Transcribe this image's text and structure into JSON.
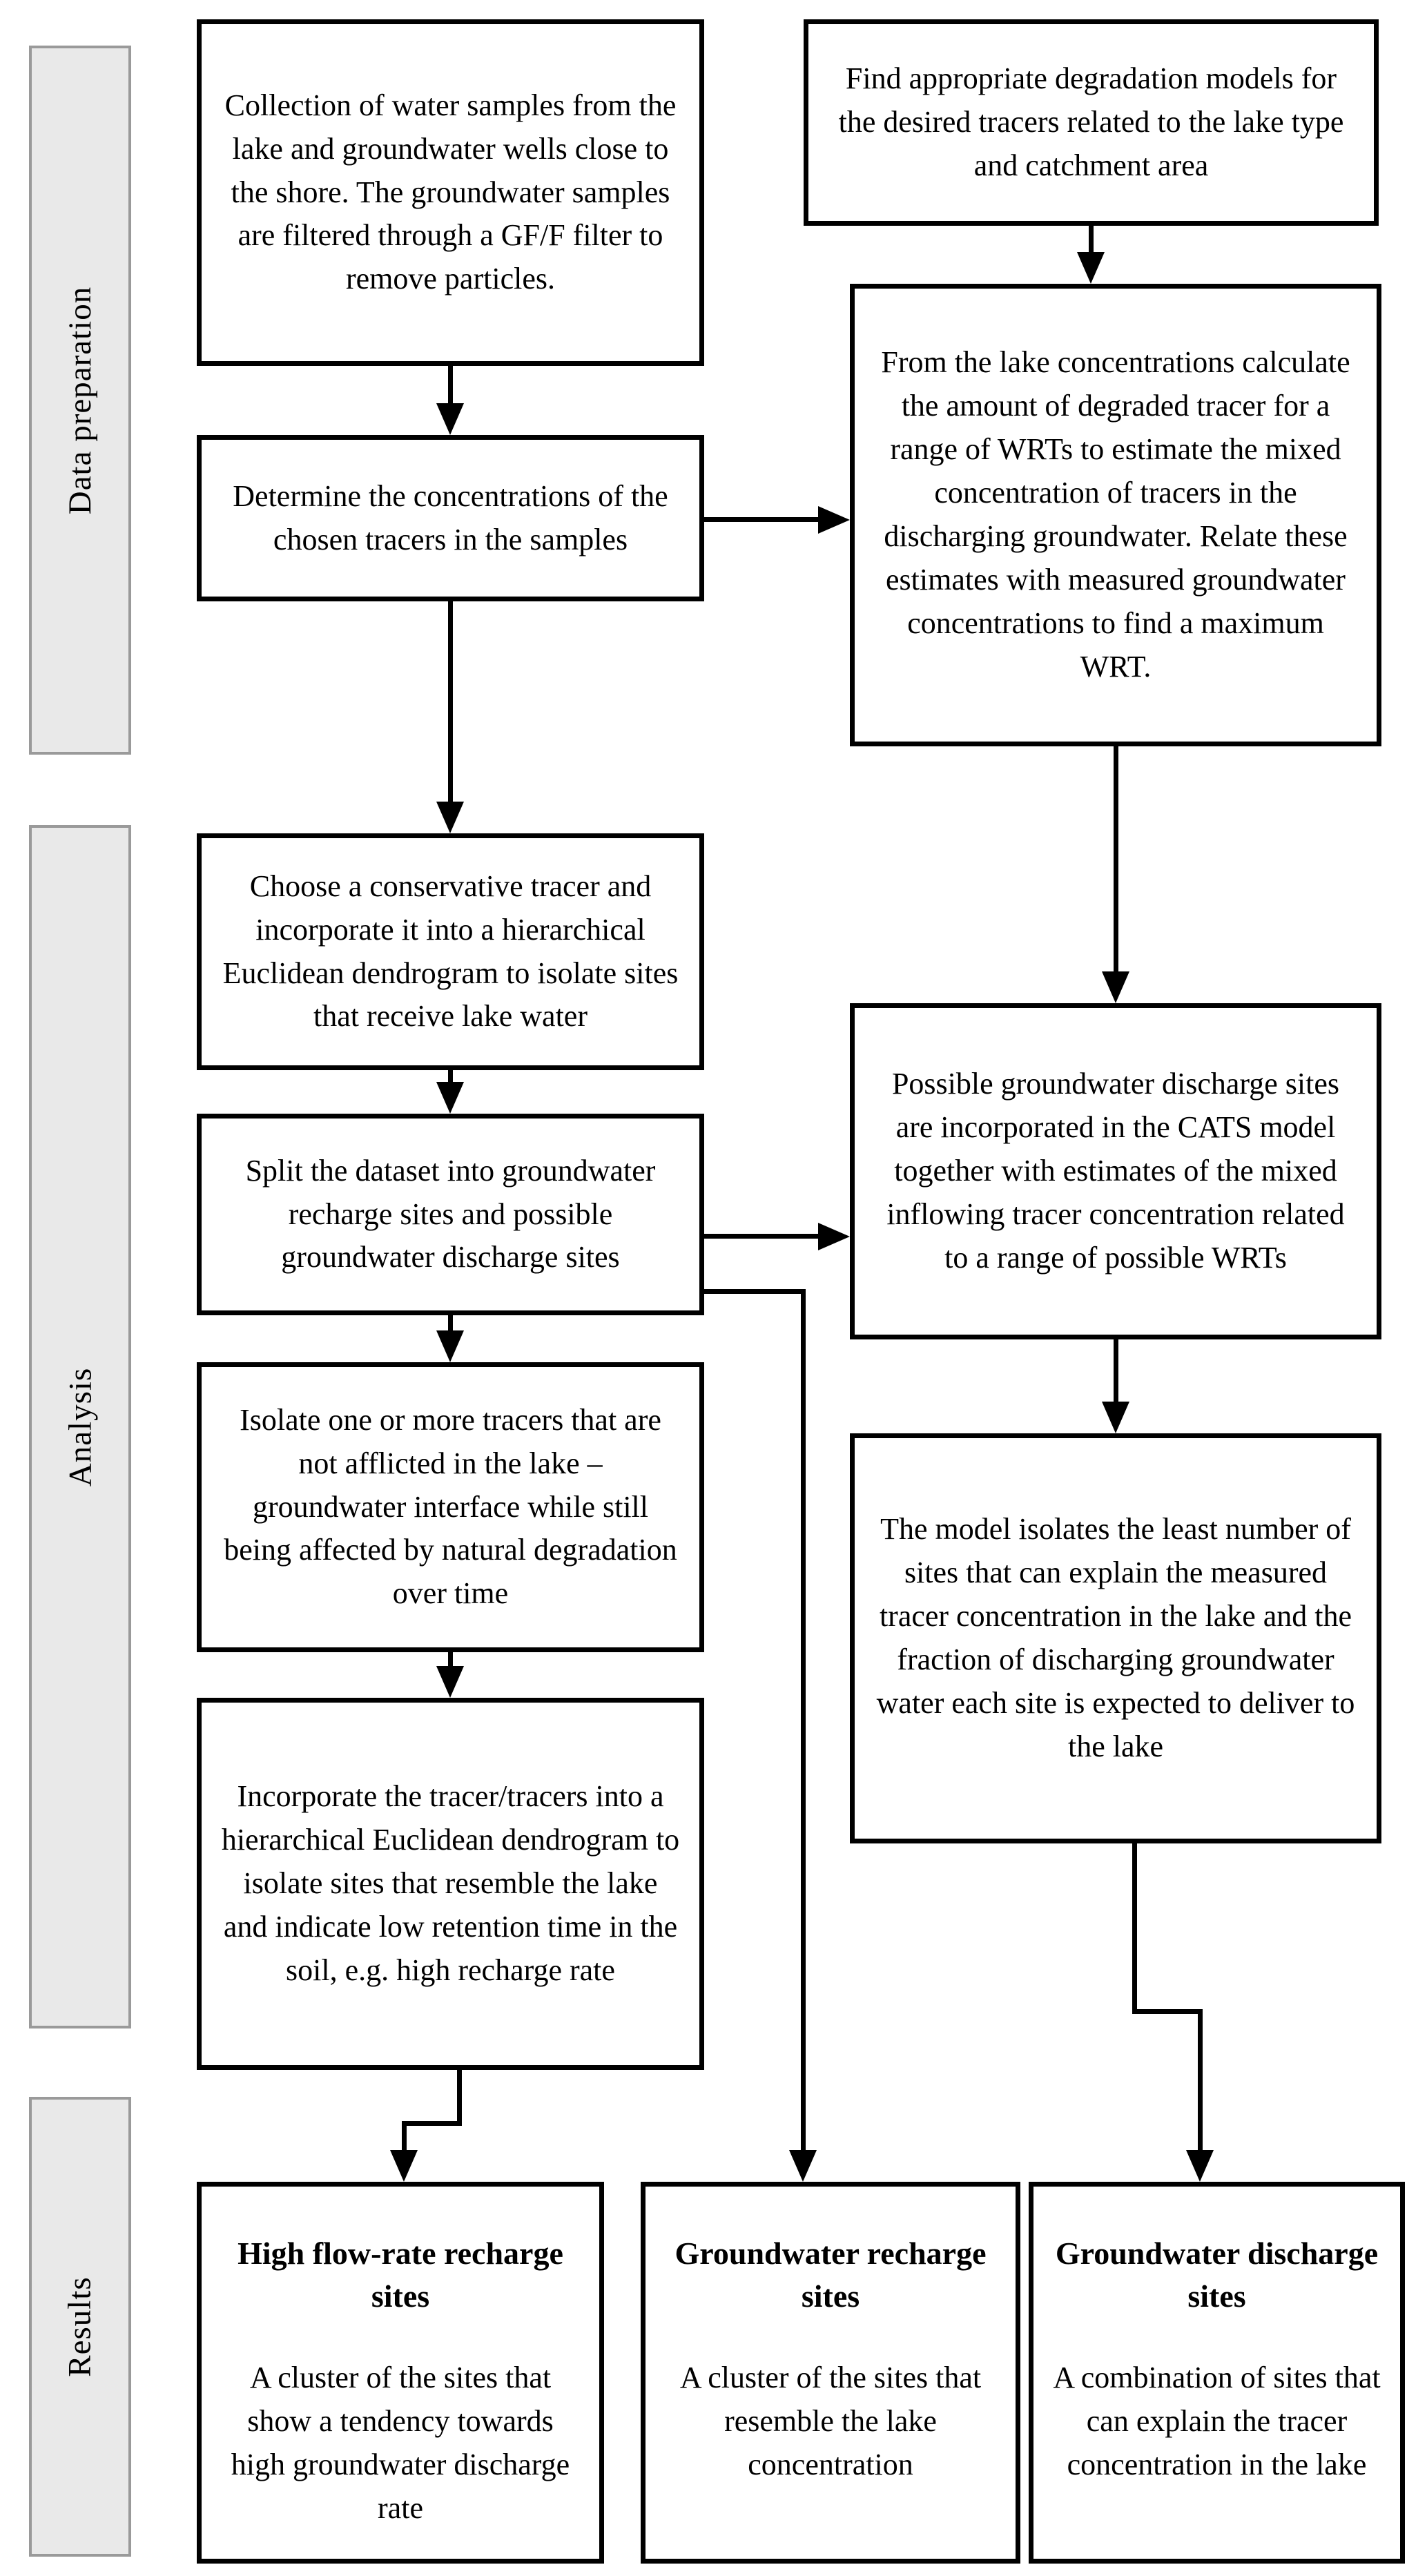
{
  "sections": {
    "data_preparation": {
      "label": "Data preparation"
    },
    "analysis": {
      "label": "Analysis"
    },
    "results": {
      "label": "Results"
    }
  },
  "boxes": {
    "collection": {
      "text": "Collection of water samples from the lake and groundwater wells close to the shore. The groundwater samples are filtered through a GF/F filter to remove particles."
    },
    "determine": {
      "text": "Determine the concentrations of the chosen tracers in the samples"
    },
    "find_models": {
      "text": "Find appropriate degradation models for the desired tracers related to the lake type and catchment area"
    },
    "from_lake": {
      "text": "From the lake concentrations calculate the amount of degraded tracer for a range of WRTs to estimate the mixed concentration of tracers in the discharging groundwater. Relate these estimates with measured groundwater concentrations to find a maximum WRT."
    },
    "choose_tracer": {
      "text": "Choose a conservative tracer and incorporate it into a hierarchical Euclidean dendrogram to isolate sites that receive lake water"
    },
    "split_dataset": {
      "text": "Split the dataset into groundwater recharge sites and possible groundwater discharge sites"
    },
    "possible_sites": {
      "text": "Possible groundwater discharge sites are incorporated in the CATS model together with estimates of the mixed inflowing tracer concentration related to a range of possible WRTs"
    },
    "isolate_tracers": {
      "text": "Isolate one or more tracers that are not afflicted in the lake – groundwater interface while still being affected by natural degradation over time"
    },
    "incorporate": {
      "text": "Incorporate the tracer/tracers into a hierarchical Euclidean dendrogram to isolate sites that resemble the lake and indicate low retention time in the soil, e.g. high recharge rate"
    },
    "model_isolates": {
      "text": "The model isolates the least number of sites that can explain the measured tracer concentration in the lake and the fraction of discharging groundwater water each site is expected to deliver to the lake"
    },
    "result_high_flow": {
      "title": "High flow-rate recharge sites",
      "text": "A cluster of the sites that show a tendency towards high groundwater discharge rate"
    },
    "result_recharge": {
      "title": "Groundwater recharge sites",
      "text": "A cluster of the sites that resemble the lake concentration"
    },
    "result_discharge": {
      "title": "Groundwater discharge sites",
      "text": "A combination of sites that can explain the tracer concentration in the lake"
    }
  },
  "colors": {
    "box_border": "#000000",
    "sidebar_fill": "#e9e9e9",
    "sidebar_border": "#9a9a9a",
    "background": "#ffffff",
    "line": "#000000"
  }
}
